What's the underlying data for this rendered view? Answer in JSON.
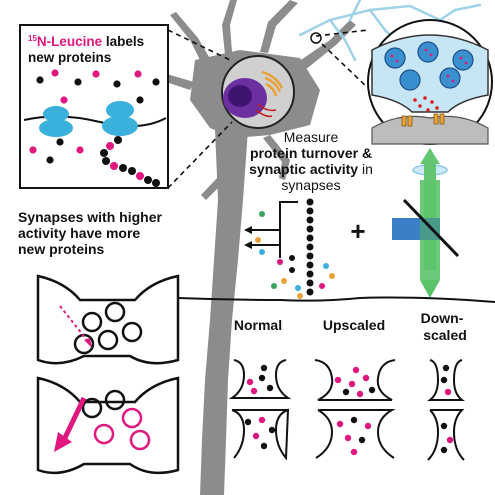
{
  "panel_label": {
    "superscript": "15",
    "isotope": "N-Leucine",
    "rest_line1": " labels",
    "line2": "new proteins"
  },
  "activity_text": {
    "line1": "Synapses with higher",
    "line2": "activity have more",
    "line3": "new proteins"
  },
  "measure_text": {
    "line1": "Measure",
    "line2": "protein turnover &",
    "line3": "synaptic activity",
    "line3_suffix": " in",
    "line4": "synapses"
  },
  "plus_sign": "+",
  "conditions": {
    "normal": "Normal",
    "upscaled": "Upscaled",
    "downscaled_line1": "Down-",
    "downscaled_line2": "scaled"
  },
  "colors": {
    "magenta": "#e0177f",
    "cyan": "#3ab0dc",
    "neuron_gray": "#8c8c8c",
    "nucleus_purple": "#6b2fa0",
    "green_beam": "#5cc36a",
    "blue_block": "#3b7fc6",
    "receptor_orange": "#e8a23a",
    "black": "#111111"
  }
}
